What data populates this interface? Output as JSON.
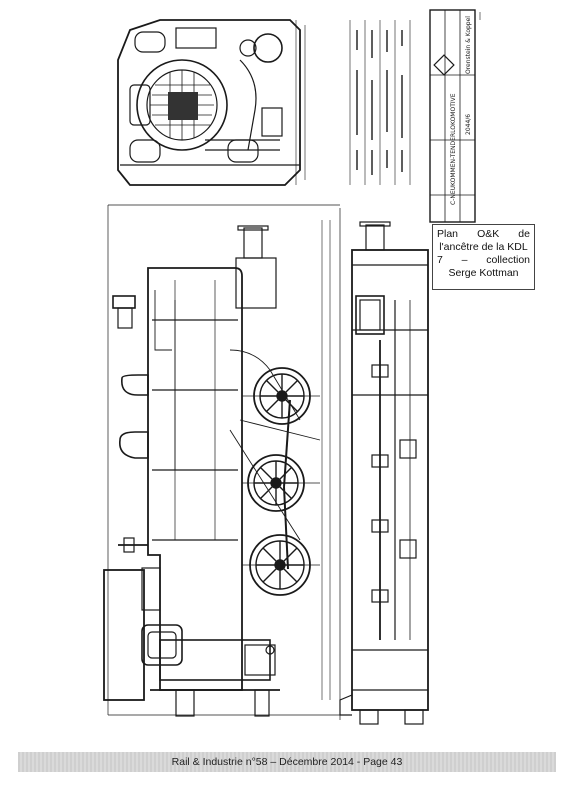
{
  "caption": {
    "line1_left": "Plan",
    "line1_mid": "O&K",
    "line1_right": "de",
    "line2": "l'ancêtre de la KDL",
    "line3_left": "7",
    "line3_mid": "–",
    "line3_right": "collection",
    "line4": "Serge Kottman"
  },
  "footer": {
    "text": "Rail & Industrie n°58 – Décembre 2014 - Page 43"
  },
  "title_block": {
    "maker": "Orenstein & Koppel",
    "drawing_title": "C-NEUKOMMEN-TENDERLOKOMOTIVE",
    "sheet_no": "2044/6"
  },
  "colors": {
    "ink": "#1a1a1a",
    "paper": "#ffffff",
    "footer_band": "#d2d2d2"
  }
}
